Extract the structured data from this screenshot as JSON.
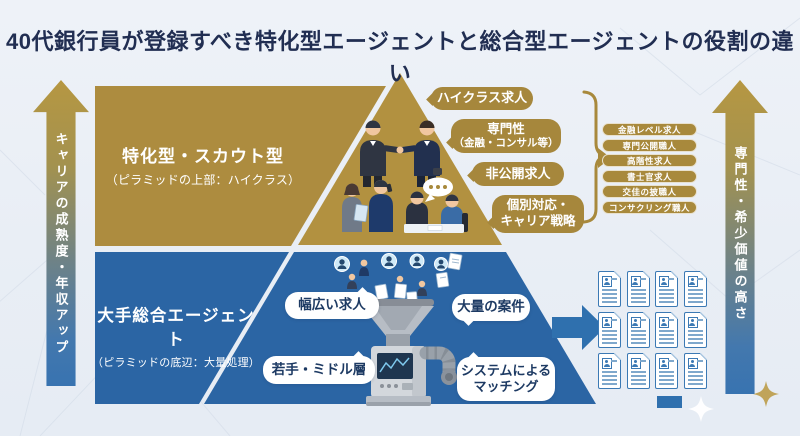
{
  "title": "40代銀行員が登録すべき特化型エージェントと総合型エージェントの役割の違い",
  "axes": {
    "left": "キャリアの成熟度・年収アップ",
    "right": "専門性・希少価値の高さ"
  },
  "pyramid": {
    "top": {
      "heading": "特化型・スカウト型",
      "subheading": "（ピラミッドの上部：ハイクラス）",
      "bubbles": [
        {
          "line1": "ハイクラス求人",
          "line2": ""
        },
        {
          "line1": "専門性",
          "line2": "（金融・コンサル等）"
        },
        {
          "line1": "非公開求人",
          "line2": ""
        },
        {
          "line1": "個別対応・",
          "line2": "キャリア戦略"
        }
      ]
    },
    "bottom": {
      "heading": "大手総合エージェント",
      "subheading": "（ピラミッドの底辺：大量処理）",
      "bubbles": [
        {
          "line1": "幅広い求人",
          "line2": ""
        },
        {
          "line1": "大量の案件",
          "line2": ""
        },
        {
          "line1": "若手・ミドル層",
          "line2": ""
        },
        {
          "line1": "システムによる",
          "line2": "マッチング"
        }
      ]
    }
  },
  "scout_tags": [
    "金融レベル求人",
    "専門公開職人",
    "高階性求人",
    "書士官求人",
    "交佳の披職人",
    "コンサクリング職人"
  ],
  "resume_grid": {
    "count": 12,
    "columns": 4,
    "rows": 3
  },
  "colors": {
    "gold": "#ad8c3f",
    "blue": "#2b65a4",
    "tag_gold": "#a8893c",
    "title_navy": "#212e52",
    "background": "#e9eef5",
    "bubble_text_navy": "#1d3a63"
  }
}
